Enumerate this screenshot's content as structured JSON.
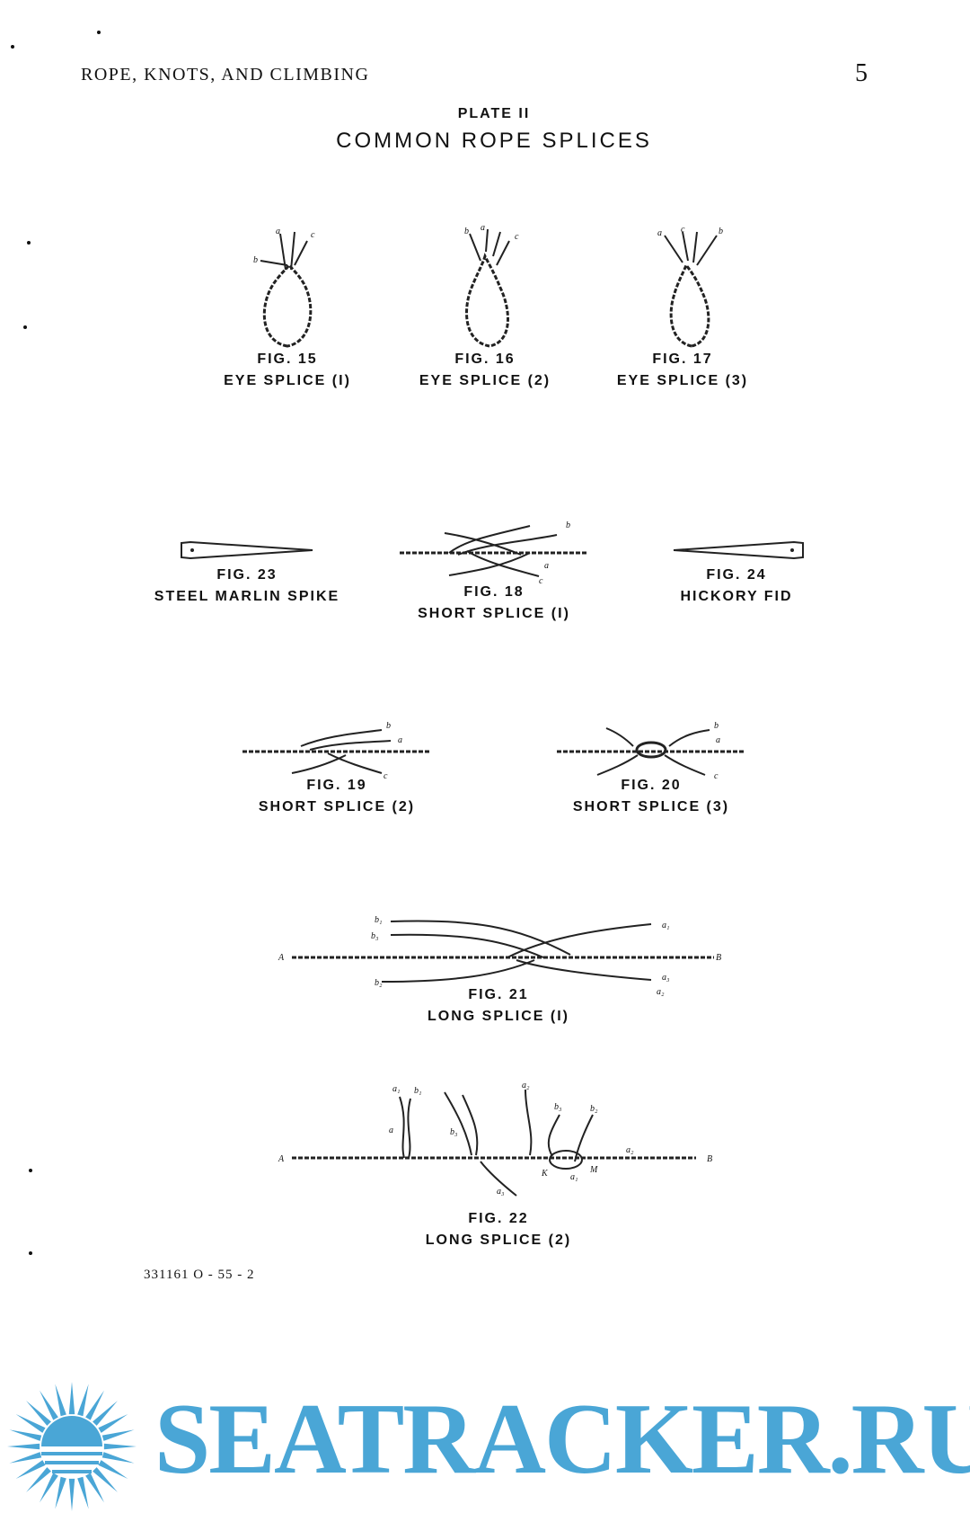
{
  "header": {
    "running_title": "ROPE, KNOTS, AND CLIMBING",
    "page_number": "5"
  },
  "plate": {
    "label": "PLATE II",
    "title": "COMMON ROPE SPLICES"
  },
  "figures": {
    "fig15": {
      "number": "FIG. 15",
      "name": "EYE SPLICE (I)"
    },
    "fig16": {
      "number": "FIG. 16",
      "name": "EYE SPLICE (2)"
    },
    "fig17": {
      "number": "FIG. 17",
      "name": "EYE SPLICE (3)"
    },
    "fig23": {
      "number": "FIG. 23",
      "name": "STEEL MARLIN SPIKE"
    },
    "fig18": {
      "number": "FIG. 18",
      "name": "SHORT SPLICE (I)"
    },
    "fig24": {
      "number": "FIG. 24",
      "name": "HICKORY FID"
    },
    "fig19": {
      "number": "FIG. 19",
      "name": "SHORT SPLICE (2)"
    },
    "fig20": {
      "number": "FIG. 20",
      "name": "SHORT SPLICE (3)"
    },
    "fig21": {
      "number": "FIG. 21",
      "name": "LONG SPLICE (I)"
    },
    "fig22": {
      "number": "FIG. 22",
      "name": "LONG SPLICE (2)"
    }
  },
  "strand_labels": {
    "a": "a",
    "b": "b",
    "c": "c",
    "A": "A",
    "B": "B",
    "a1": "a₁",
    "a2": "a₂",
    "a3": "a₃",
    "b1": "b₁",
    "b2": "b₂",
    "b3": "b₃",
    "K": "K",
    "M": "M"
  },
  "footer": {
    "print_code": "331161 O - 55 - 2"
  },
  "watermark": {
    "text": "SEATRACKER.RU",
    "color": "#4aa6d6"
  }
}
